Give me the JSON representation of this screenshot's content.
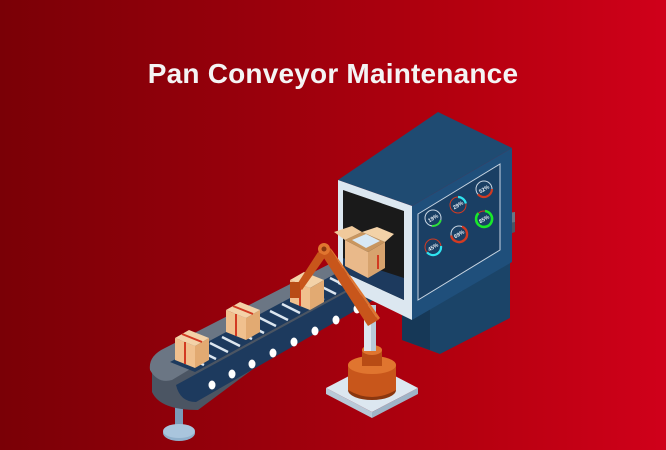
{
  "header": {
    "title": "Pan Conveyor Maintenance"
  },
  "colors": {
    "background_left": "#7a0006",
    "background_right": "#d0001a",
    "machine_blue": "#1f4b72",
    "machine_dark": "#163857",
    "belt_navy": "#1d3a5e",
    "robot_orange": "#c8561b",
    "box_tan": "#e9b98a"
  },
  "machine": {
    "gauges": [
      {
        "label": "19%",
        "value": 19,
        "color": "#2ee03a"
      },
      {
        "label": "29%",
        "value": 29,
        "color": "#2fe4f0"
      },
      {
        "label": "52%",
        "value": 52,
        "color": "#d23a22"
      },
      {
        "label": "45%",
        "value": 45,
        "color": "#2fe4f0"
      },
      {
        "label": "69%",
        "value": 69,
        "color": "#d23a22"
      },
      {
        "label": "85%",
        "value": 85,
        "color": "#19e82a"
      }
    ]
  },
  "conveyor": {
    "box_count": 4
  }
}
